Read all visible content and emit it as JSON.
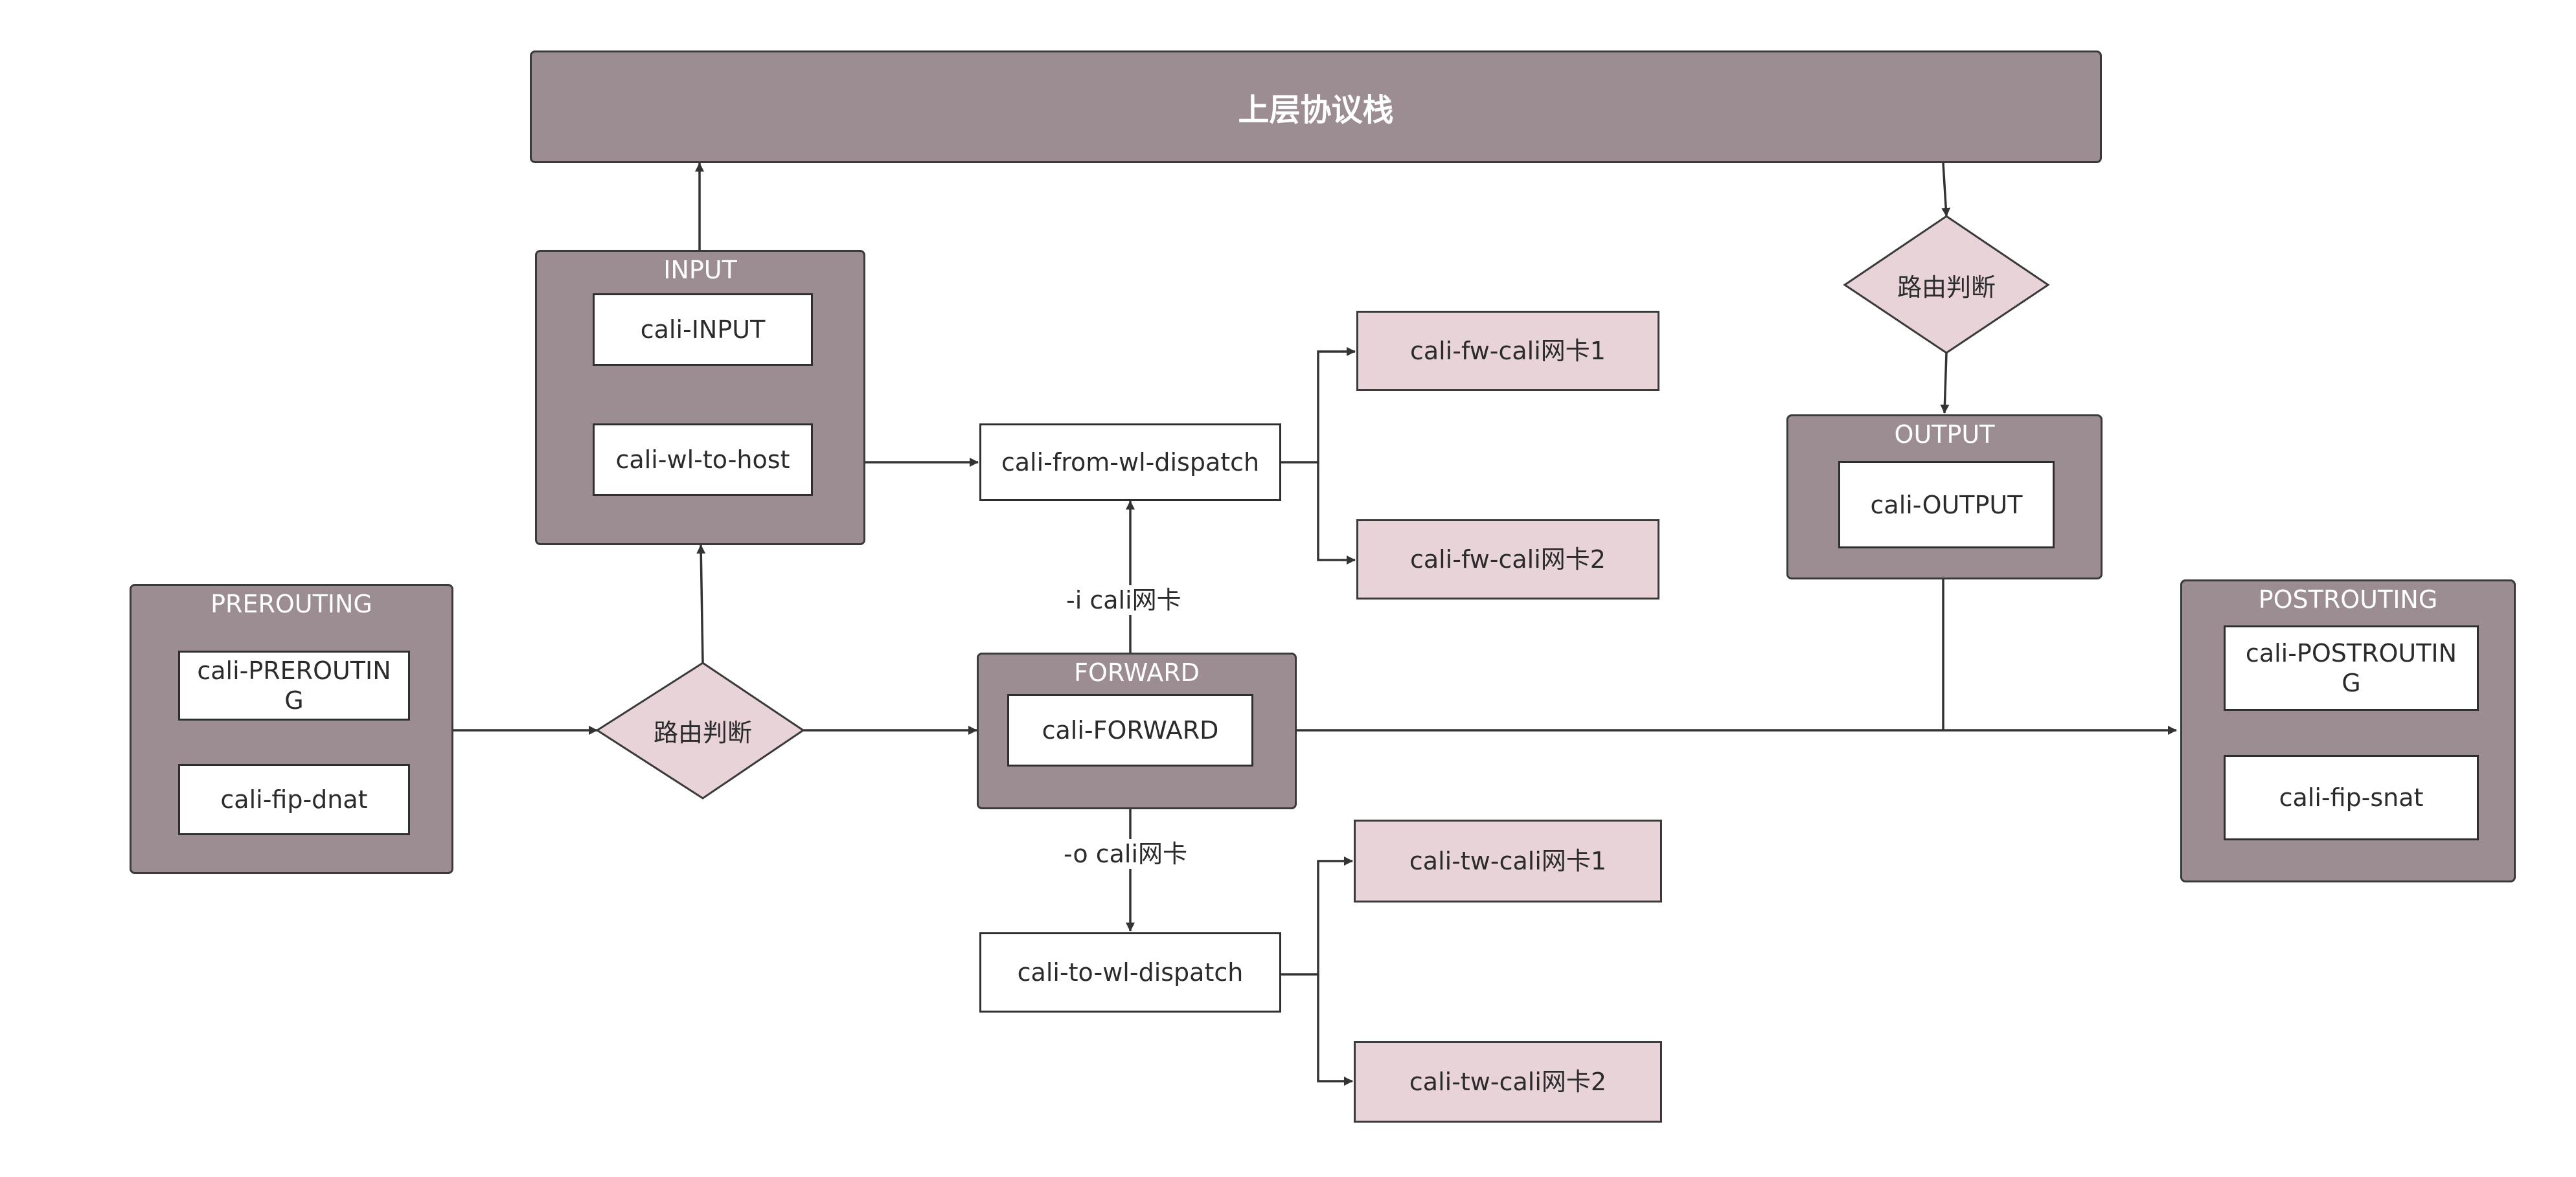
{
  "top_stack": "上层协议栈",
  "groups": {
    "input": {
      "title": "INPUT",
      "items": [
        "cali-INPUT",
        "cali-wl-to-host"
      ]
    },
    "prerouting": {
      "title": "PREROUTING",
      "items": [
        "cali-PREROUTING",
        "cali-fip-dnat"
      ]
    },
    "forward": {
      "title": "FORWARD",
      "items": [
        "cali-FORWARD"
      ]
    },
    "output": {
      "title": "OUTPUT",
      "items": [
        "cali-OUTPUT"
      ]
    },
    "postrouting": {
      "title": "POSTROUTING",
      "items": [
        "cali-POSTROUTING",
        "cali-fip-snat"
      ]
    }
  },
  "decisions": {
    "route_main": "路由判断",
    "route_output": "路由判断"
  },
  "chains": {
    "from_wl_dispatch": "cali-from-wl-dispatch",
    "to_wl_dispatch": "cali-to-wl-dispatch",
    "fw_1": "cali-fw-cali网卡1",
    "fw_2": "cali-fw-cali网卡2",
    "tw_1": "cali-tw-cali网卡1",
    "tw_2": "cali-tw-cali网卡2"
  },
  "edge_labels": {
    "in_iface": "-i cali网卡",
    "out_iface": "-o cali网卡"
  },
  "colors": {
    "group_fill": "#9c8d92",
    "pink_fill": "#e8d3d9",
    "line": "#333333"
  }
}
